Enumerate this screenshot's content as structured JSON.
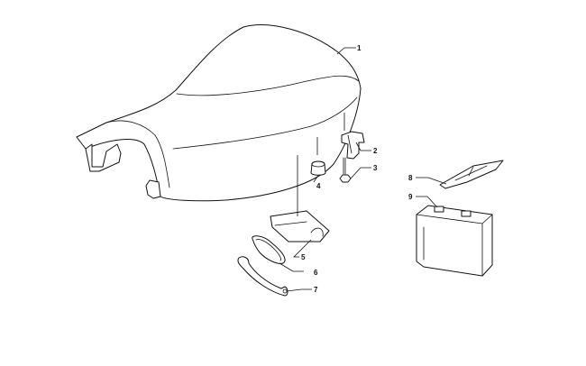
{
  "callouts": [
    {
      "label": "1"
    },
    {
      "label": "2"
    },
    {
      "label": "3"
    },
    {
      "label": "4"
    },
    {
      "label": "5"
    },
    {
      "label": "6"
    },
    {
      "label": "7"
    },
    {
      "label": "8"
    },
    {
      "label": "9"
    }
  ]
}
